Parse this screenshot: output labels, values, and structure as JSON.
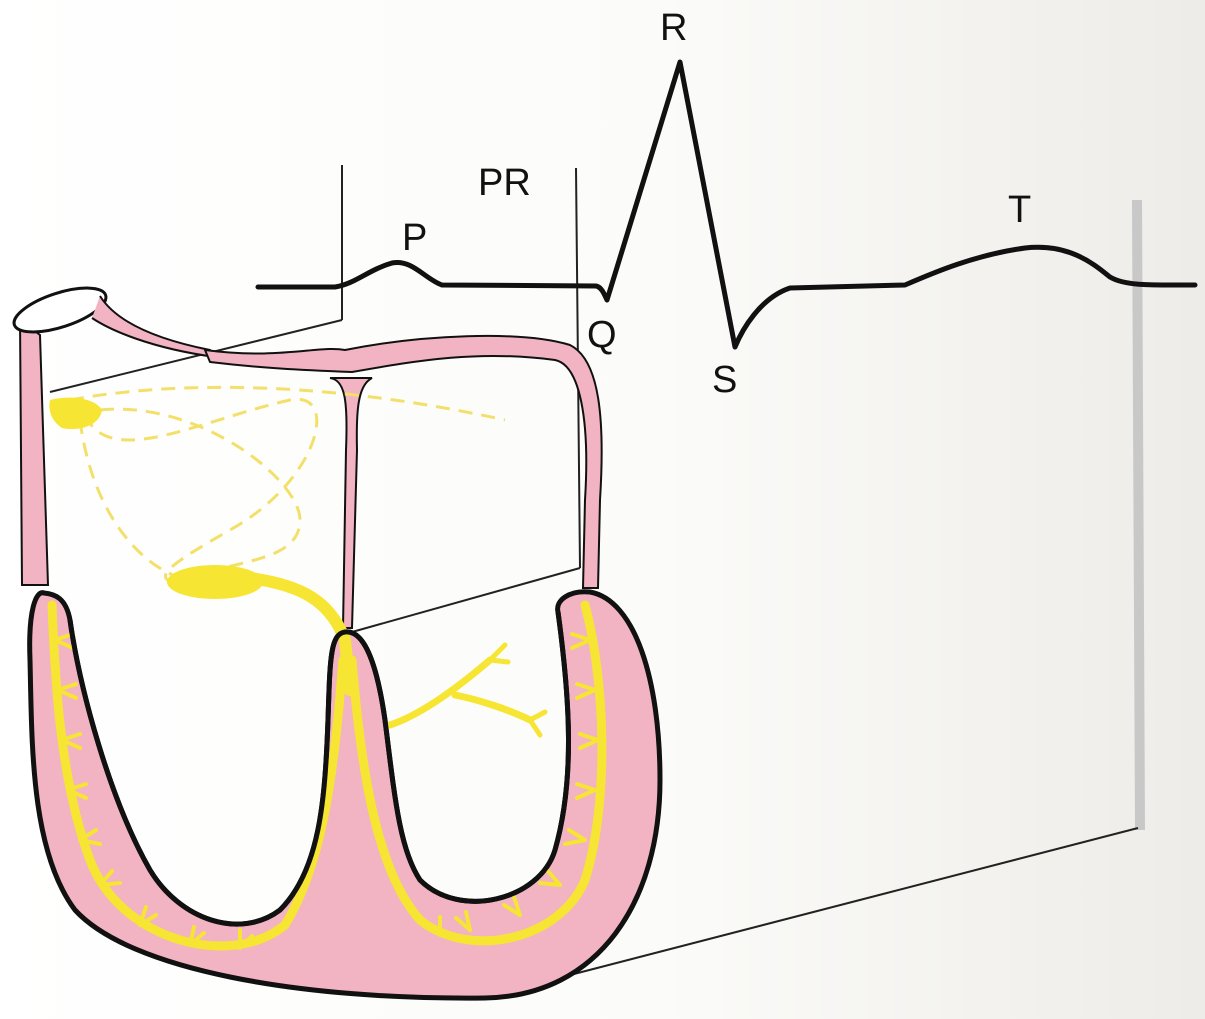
{
  "labels": {
    "p": "P",
    "pr": "PR",
    "q": "Q",
    "r": "R",
    "s": "S",
    "t": "T"
  },
  "colors": {
    "tissue_fill": "#f2b3c2",
    "tissue_outline": "#111111",
    "conduction": "#f7e533",
    "conduction_dashed": "#f3e06a",
    "trace": "#111111",
    "guide_line": "#222222",
    "shadow_line": "#c8c8c8"
  }
}
